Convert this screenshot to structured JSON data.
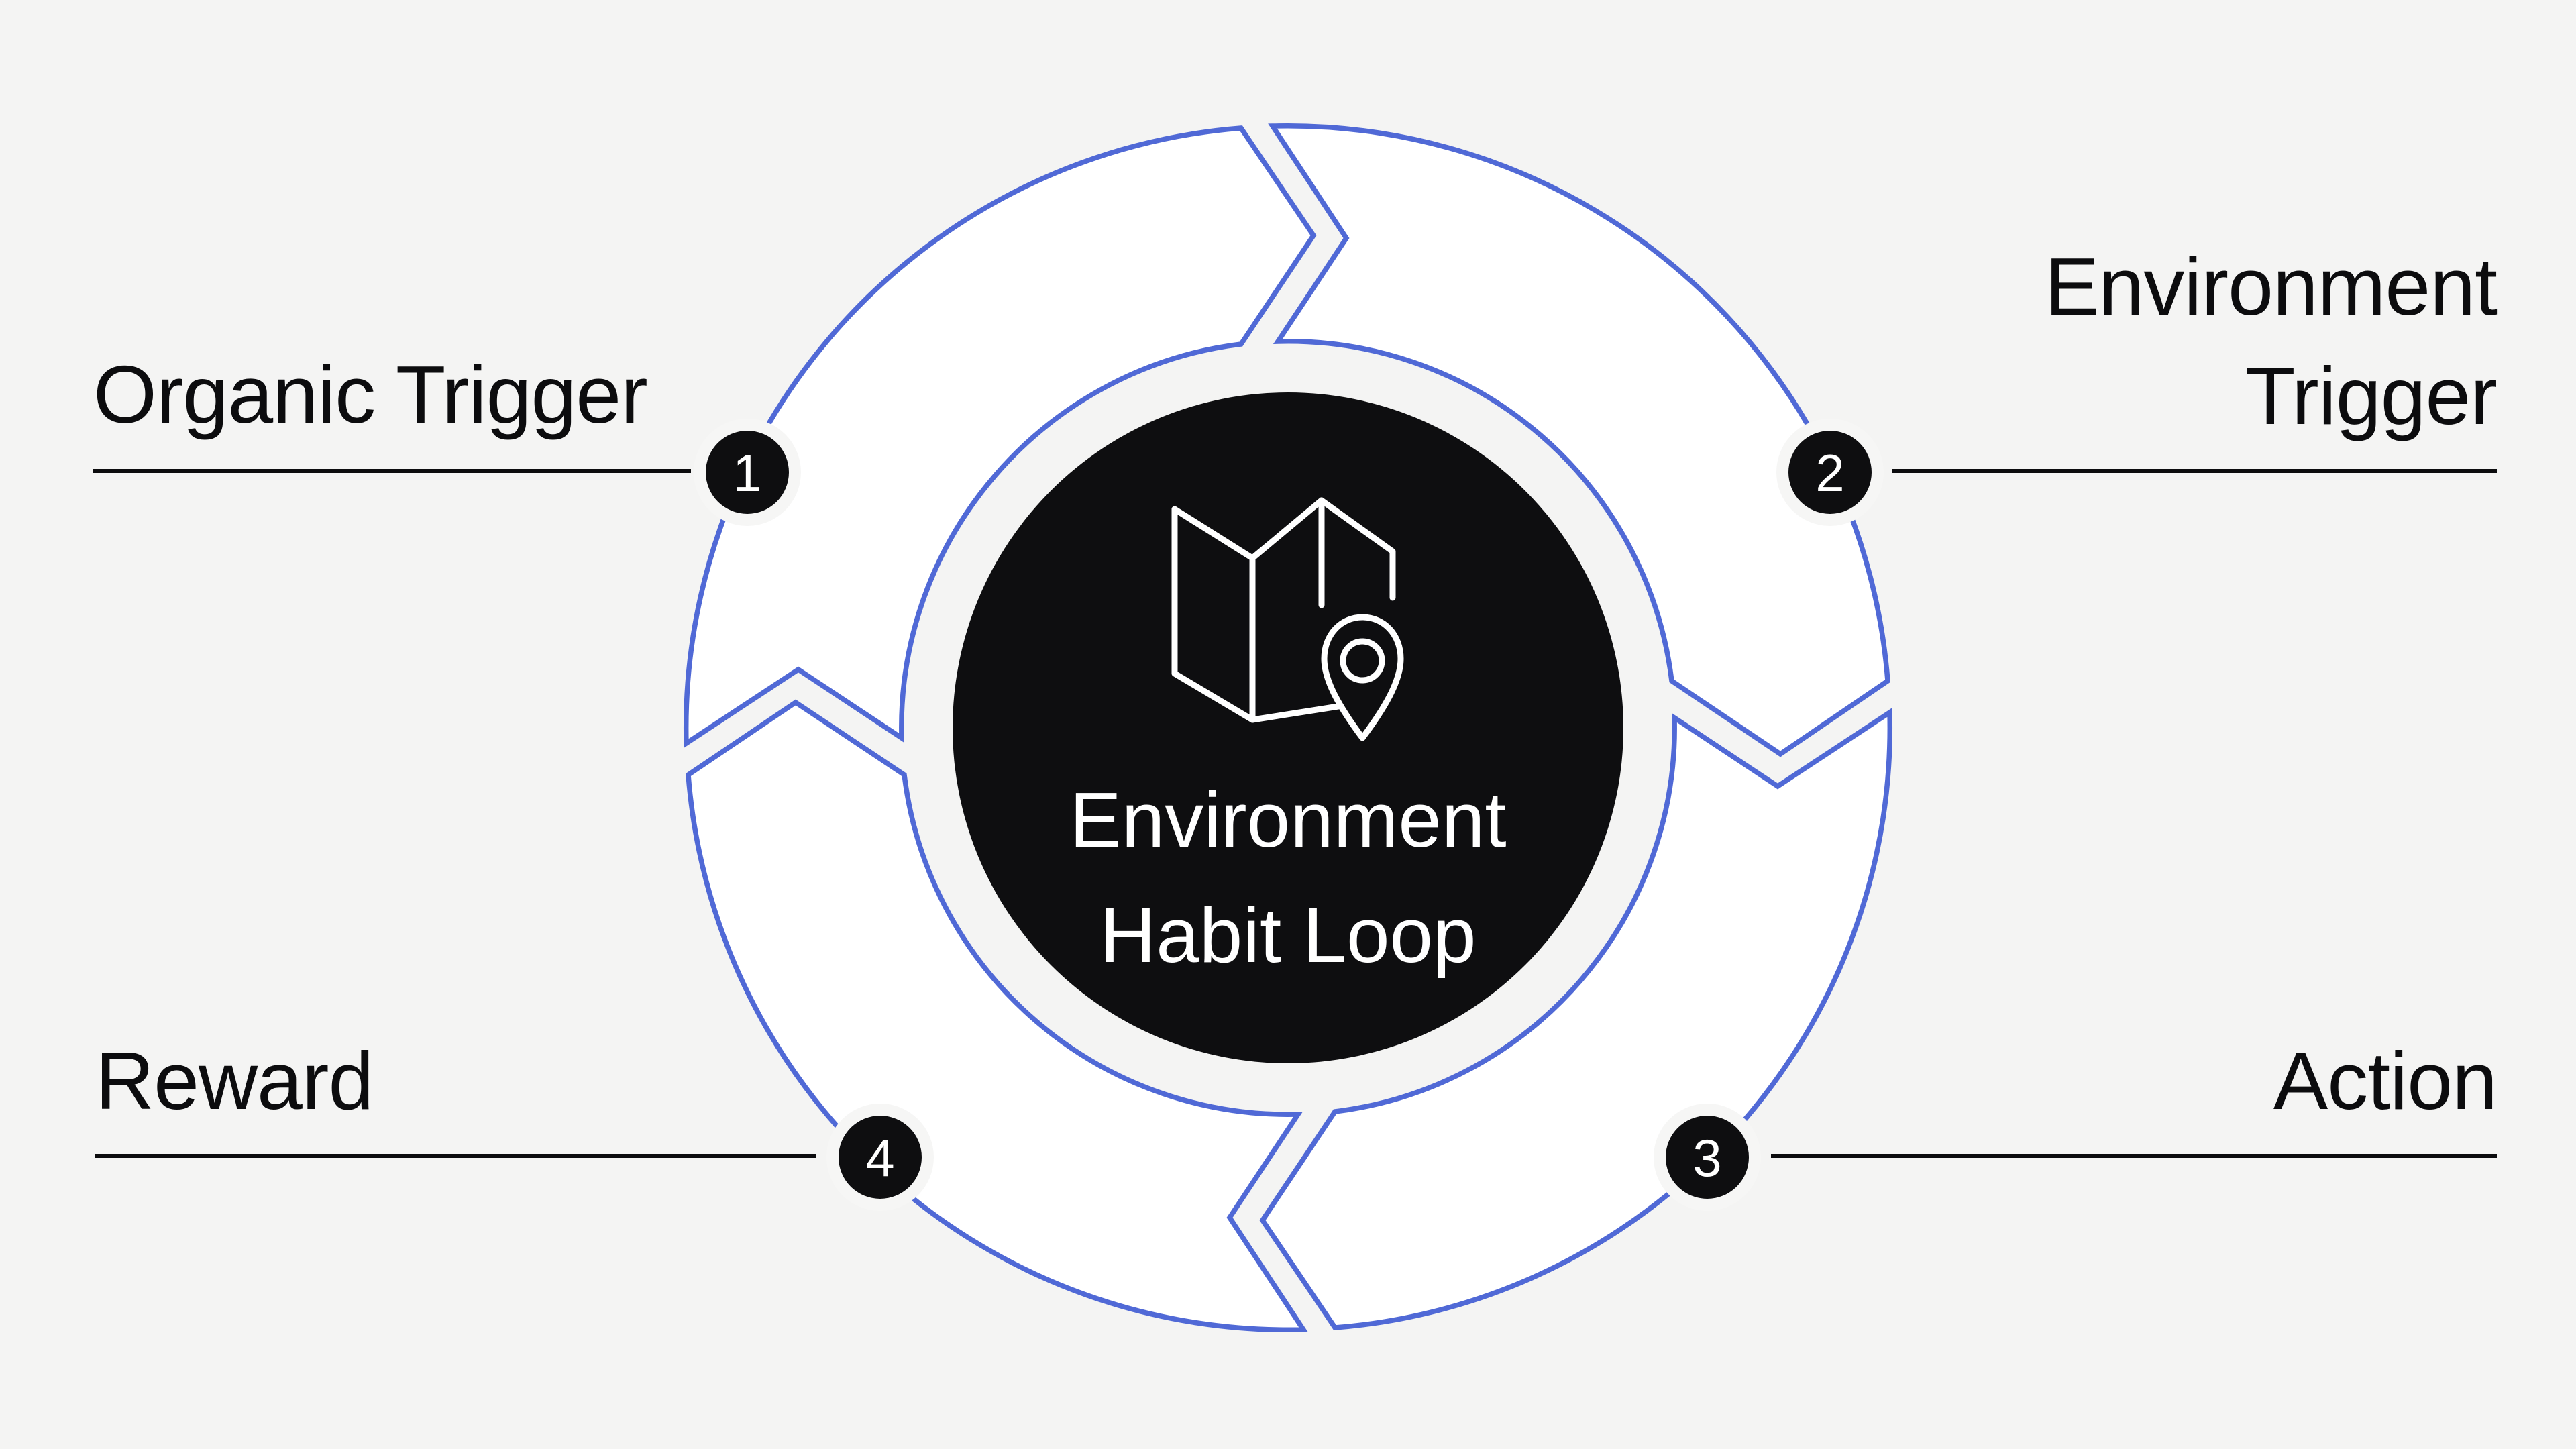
{
  "diagram": {
    "title_line1": "Environment",
    "title_line2": "Habit Loop",
    "center_icon": "map-pin-icon",
    "colors": {
      "background": "#F4F4F3",
      "ring_stroke": "#5069D6",
      "ring_fill": "#FFFFFF",
      "ink": "#0C0C0E",
      "center_circle": "#0E0E10",
      "badge_text": "#FFFFFF"
    }
  },
  "steps": [
    {
      "number": "1",
      "label": "Organic Trigger",
      "position": "top-left"
    },
    {
      "number": "2",
      "label": "Environment Trigger",
      "position": "top-right"
    },
    {
      "number": "3",
      "label": "Action",
      "position": "bottom-right"
    },
    {
      "number": "4",
      "label": "Reward",
      "position": "bottom-left"
    }
  ]
}
